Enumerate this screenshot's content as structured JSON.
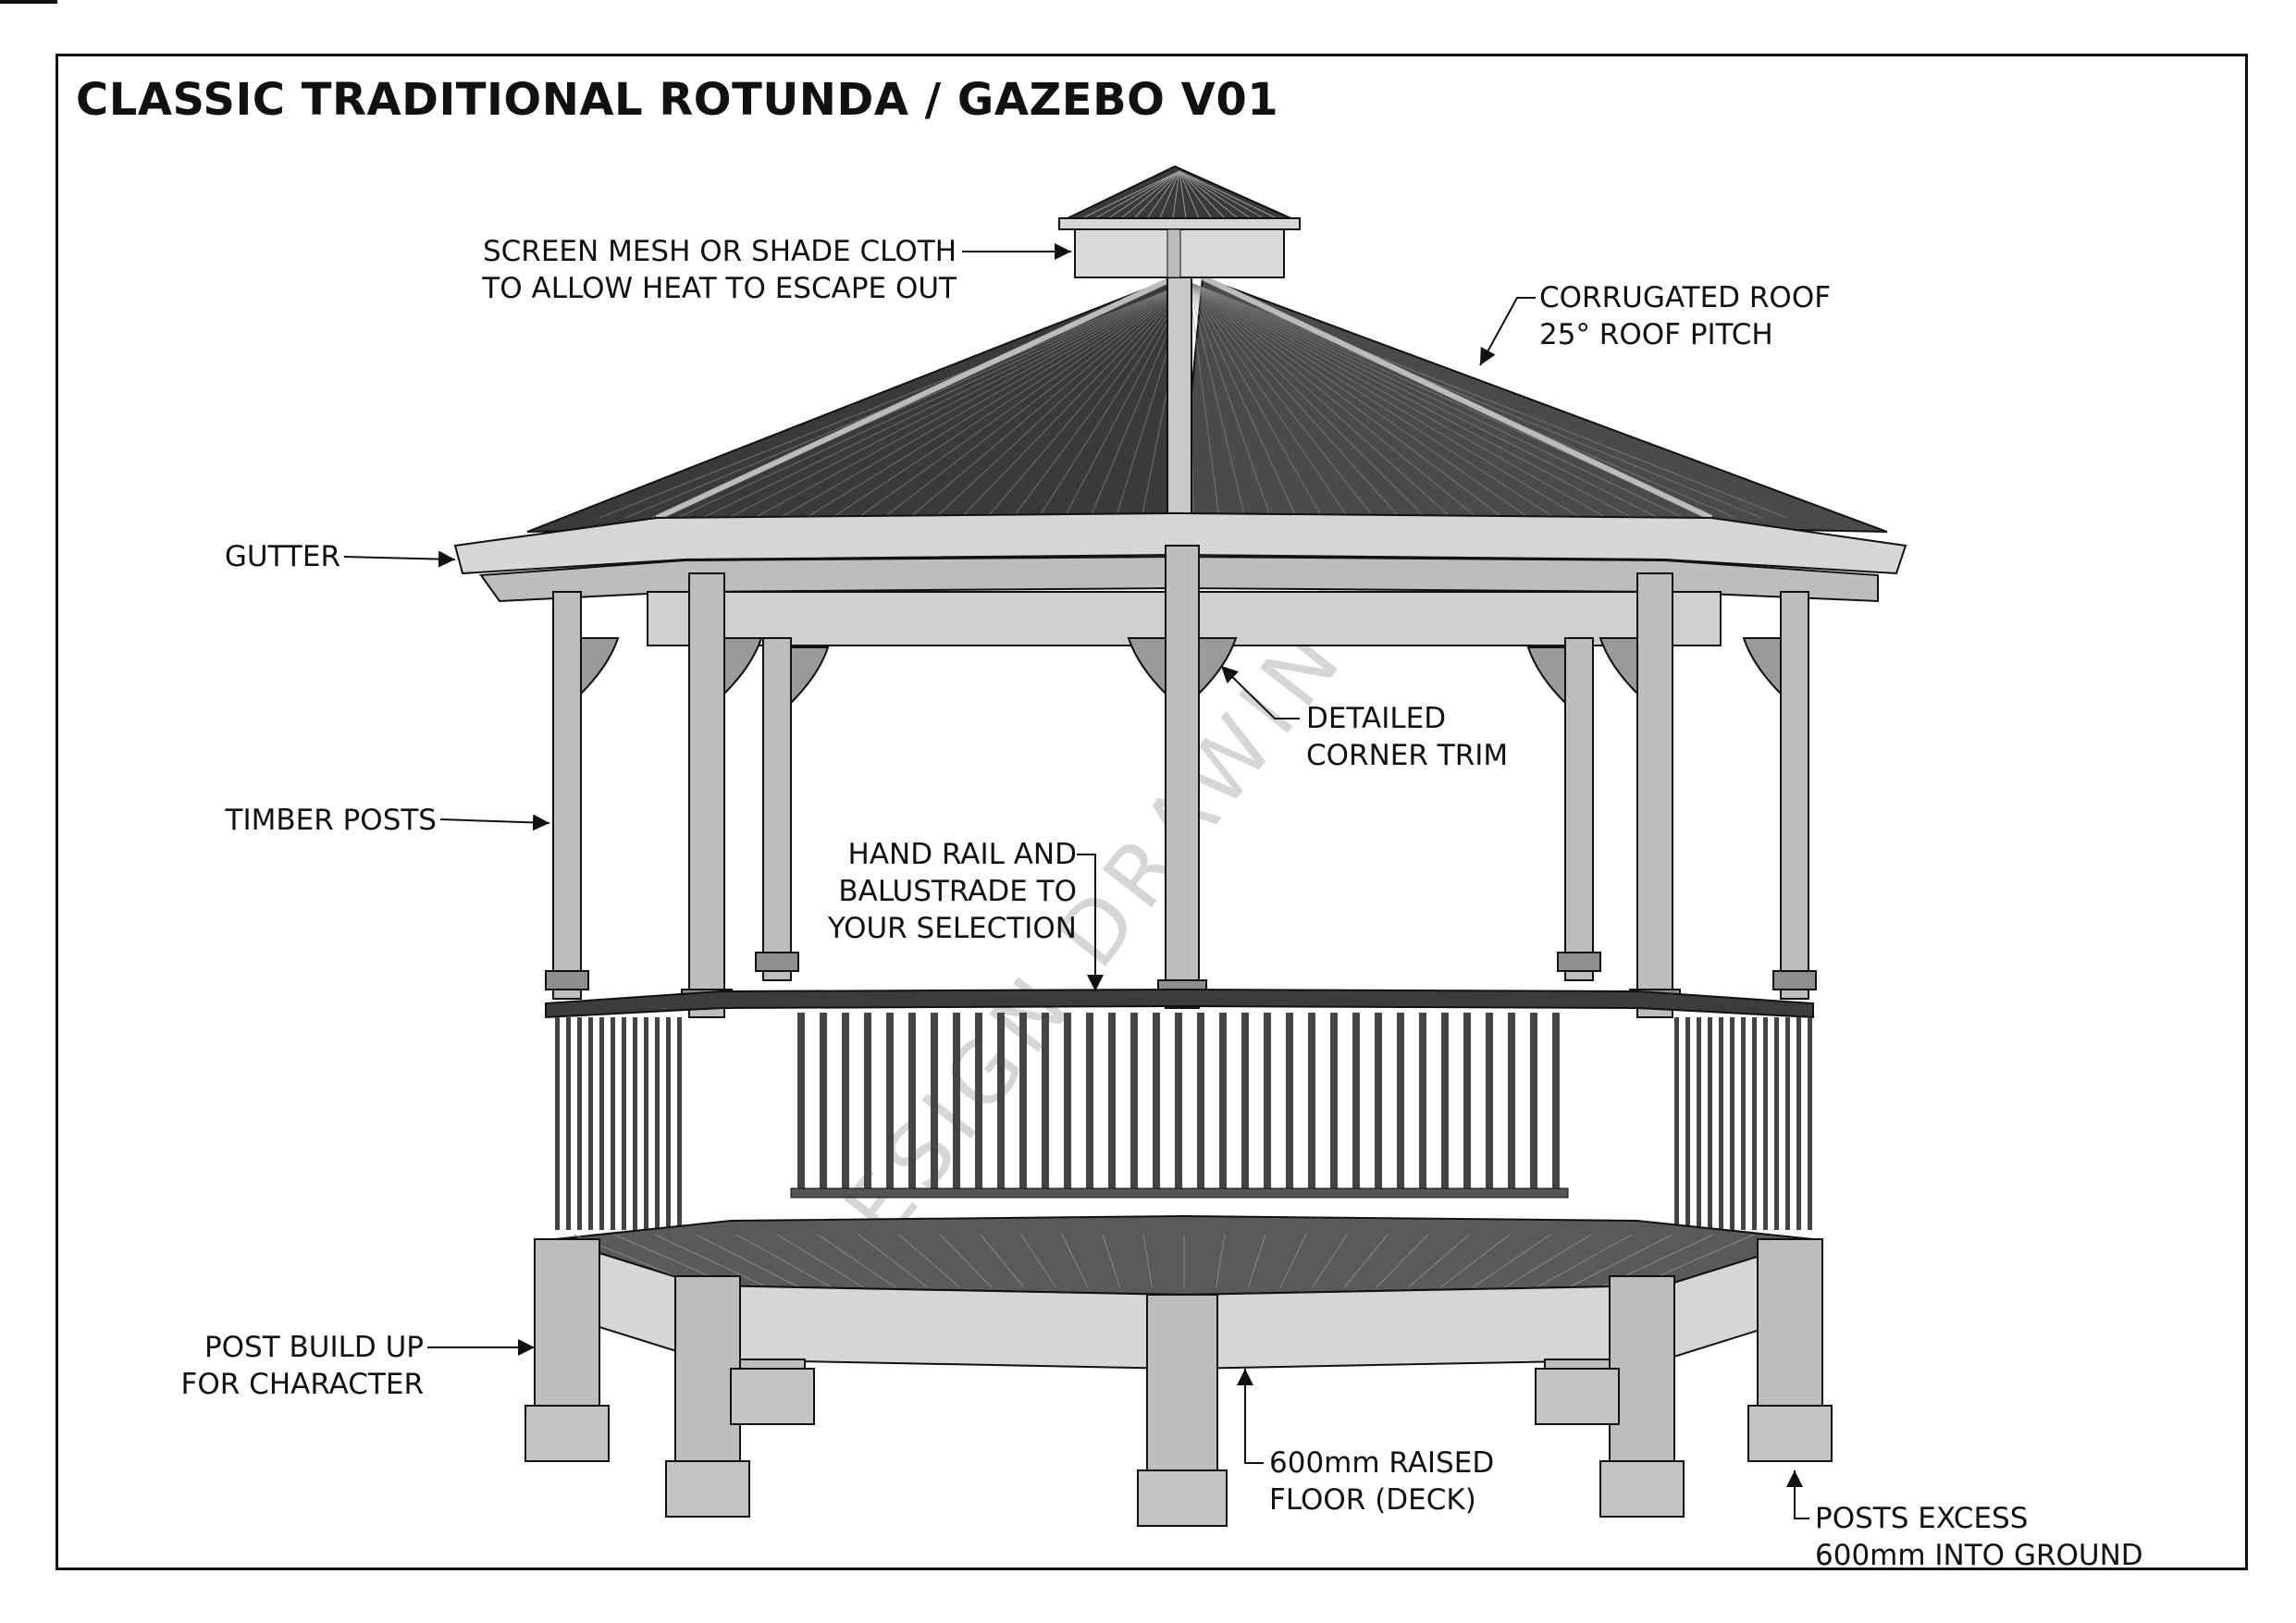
{
  "title": "CLASSIC TRADITIONAL ROTUNDA / GAZEBO V01",
  "watermark": "DESIGN DRAWINGS",
  "labels": {
    "screen_mesh": [
      "SCREEN MESH OR SHADE CLOTH",
      "TO ALLOW HEAT TO ESCAPE OUT"
    ],
    "corrugated_roof": [
      "CORRUGATED ROOF",
      "25° ROOF PITCH"
    ],
    "gutter": [
      "GUTTER"
    ],
    "detailed_trim": [
      "DETAILED",
      "CORNER TRIM"
    ],
    "timber_posts": [
      "TIMBER POSTS"
    ],
    "hand_rail": [
      "HAND RAIL AND",
      "BALUSTRADE TO",
      "YOUR SELECTION"
    ],
    "post_build_up": [
      "POST BUILD UP",
      "FOR CHARACTER"
    ],
    "raised_floor": [
      "600mm RAISED",
      "FLOOR (DECK)"
    ],
    "posts_excess": [
      "POSTS EXCESS",
      "600mm INTO GROUND"
    ]
  },
  "colors": {
    "roof": "#3a3a3a",
    "roof_lines": "#8a8a8a",
    "timber": "#bdbdbd",
    "timber_dark": "#8e8e8e",
    "timber_light": "#d6d6d6",
    "deck": "#5a5a5a",
    "baluster": "#444444",
    "ink": "#111111"
  }
}
